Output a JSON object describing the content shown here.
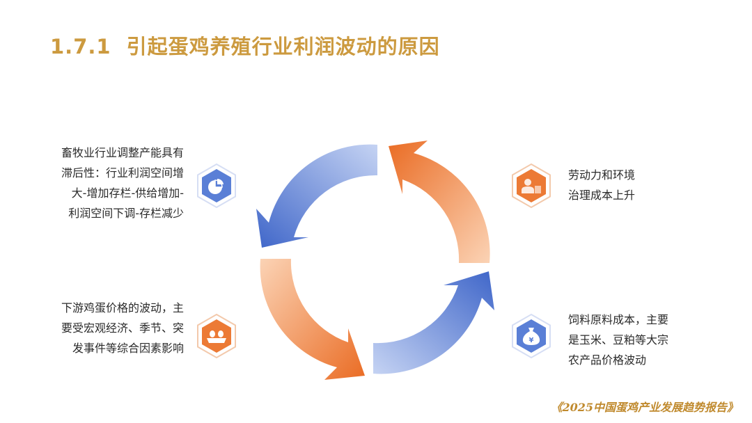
{
  "header": {
    "section_number": "1.7.1",
    "title": "引起蛋鸡养殖行业利润波动的原因"
  },
  "factors": [
    {
      "lines": [
        "畜牧业行业调整产能具有",
        "滞后性：行业利润空间增",
        "大-增加存栏-供给增加-",
        "利润空间下调-存栏减少"
      ],
      "icon": "pie-chart-icon",
      "color": "#5a7fd6"
    },
    {
      "lines": [
        "劳动力和环境",
        "治理成本上升"
      ],
      "icon": "worker-icon",
      "color": "#ec7a35"
    },
    {
      "lines": [
        "下游鸡蛋价格的波动，主",
        "要受宏观经济、季节、突",
        "发事件等综合因素影响"
      ],
      "icon": "eggs-icon",
      "color": "#ec7a35"
    },
    {
      "lines": [
        "饲料原料成本，主要",
        "是玉米、豆粕等大宗",
        "农产品价格波动"
      ],
      "icon": "money-bag-icon",
      "color": "#5a7fd6"
    }
  ],
  "colors": {
    "title": "#cc9a3f",
    "blue": "#5a7fd6",
    "orange": "#ec7a35",
    "footer": "#c08a2e"
  },
  "footer": {
    "source": "《2025中国蛋鸡产业发展趋势报告》"
  }
}
